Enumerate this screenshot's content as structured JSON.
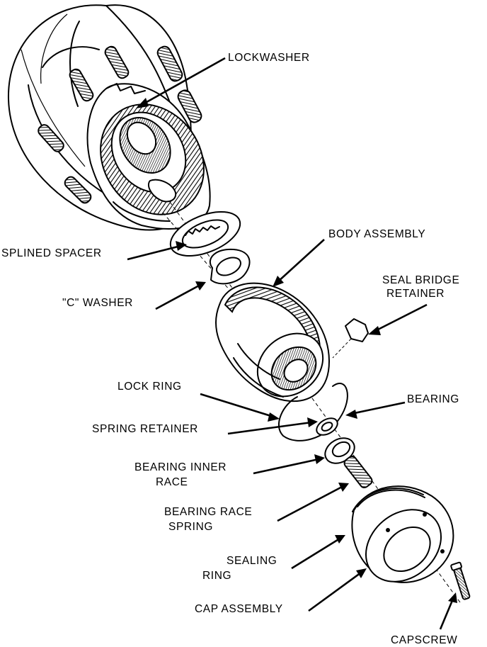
{
  "labels": {
    "lockwasher": "LOCKWASHER",
    "body_assembly": "BODY ASSEMBLY",
    "splined_spacer": "SPLINED SPACER",
    "seal_bridge_retainer_1": "SEAL BRIDGE",
    "seal_bridge_retainer_2": "RETAINER",
    "c_washer": "\"C\" WASHER",
    "lock_ring": "LOCK RING",
    "bearing": "BEARING",
    "spring_retainer": "SPRING RETAINER",
    "bearing_inner_race_1": "BEARING INNER",
    "bearing_inner_race_2": "RACE",
    "bearing_race_spring_1": "BEARING RACE",
    "bearing_race_spring_2": "SPRING",
    "sealing_ring_1": "SEALING",
    "sealing_ring_2": "RING",
    "cap_assembly": "CAP ASSEMBLY",
    "capscrew": "CAPSCREW"
  }
}
